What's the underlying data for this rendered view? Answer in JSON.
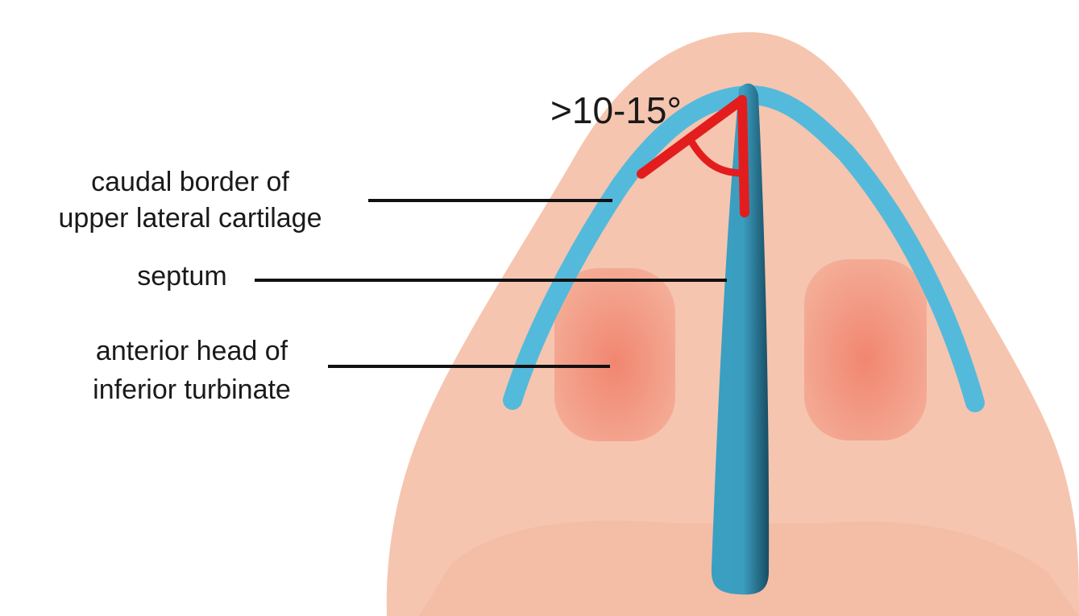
{
  "diagram": {
    "angle_label": ">10-15°",
    "labels": {
      "upper_lateral_cartilage": [
        "caudal border of",
        "upper lateral cartilage"
      ],
      "septum": "septum",
      "inferior_turbinate": [
        "anterior head of",
        "inferior turbinate"
      ]
    },
    "colors": {
      "skin": "#f5c2ab",
      "cartilage": "#53b9d8",
      "septum": "#2f8fb0",
      "turbinate": "#f0907a",
      "angle_mark": "#e41e1e",
      "leader_line": "#111111"
    }
  }
}
